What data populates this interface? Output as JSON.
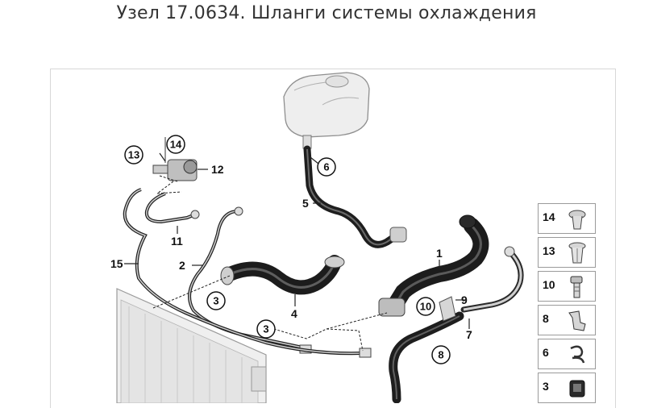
{
  "title": "Узел 17.0634. Шланги системы охлаждения",
  "callouts": {
    "c1": "1",
    "c2": "2",
    "c3a": "3",
    "c3b": "3",
    "c4": "4",
    "c5": "5",
    "c6": "6",
    "c7": "7",
    "c8": "8",
    "c9": "9",
    "c10": "10",
    "c11": "11",
    "c12": "12",
    "c13": "13",
    "c14": "14",
    "c15": "15"
  },
  "parts_panel": [
    {
      "num": "14",
      "icon": "clip-icon"
    },
    {
      "num": "13",
      "icon": "expanding-rivet-icon"
    },
    {
      "num": "10",
      "icon": "bolt-icon"
    },
    {
      "num": "8",
      "icon": "bracket-icon"
    },
    {
      "num": "6",
      "icon": "hose-clamp-icon"
    },
    {
      "num": "3",
      "icon": "hose-clip-icon"
    }
  ]
}
